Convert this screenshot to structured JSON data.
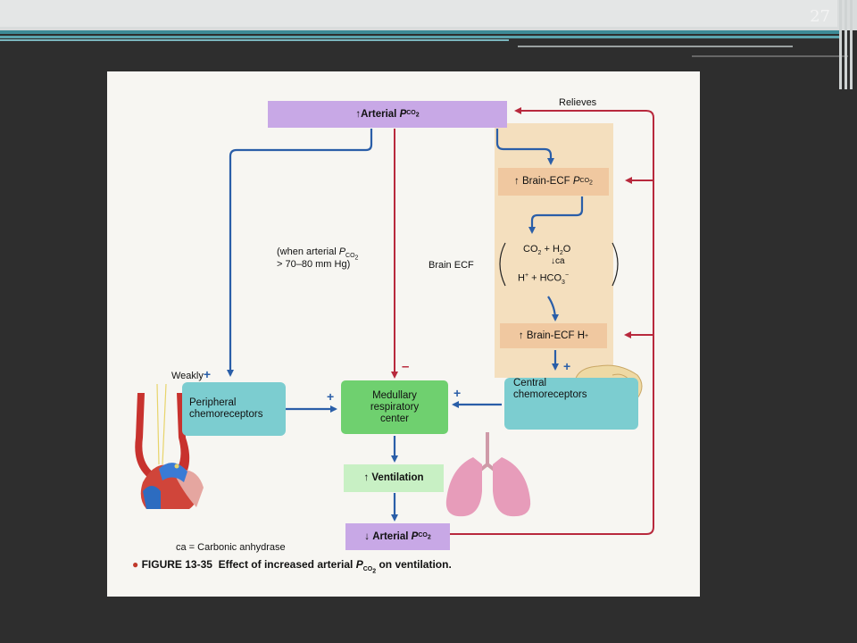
{
  "slide": {
    "page_number": "27"
  },
  "diagram": {
    "nodes": {
      "arterial_pco2_up": {
        "arrow": "↑",
        "label": "Arterial",
        "p": "P",
        "sub": "CO",
        "sub2": "2"
      },
      "brain_ecf_pco2": {
        "arrow": "↑",
        "label": "Brain-ECF",
        "p": "P",
        "sub": "CO",
        "sub2": "2"
      },
      "brain_ecf_h": {
        "arrow": "↑",
        "label": "Brain-ECF H",
        "sup": "+"
      },
      "peripheral": {
        "line1": "Peripheral",
        "line2": "chemoreceptors"
      },
      "medullary": {
        "line1": "Medullary",
        "line2": "respiratory",
        "line3": "center"
      },
      "central": {
        "line1": "Central",
        "line2": "chemoreceptors"
      },
      "ventilation": {
        "arrow": "↑",
        "label": "Ventilation"
      },
      "arterial_pco2_down": {
        "arrow": "↓",
        "label": "Arterial",
        "p": "P",
        "sub": "CO",
        "sub2": "2"
      }
    },
    "labels": {
      "relieves": "Relieves",
      "weakly": "Weakly",
      "when_line1": "(when arterial ",
      "when_p": "P",
      "when_sub": "CO",
      "when_sub2": "2",
      "when_line2": "> 70–80 mm Hg)",
      "brain_ecf": "Brain ECF",
      "reaction_co2": "CO",
      "reaction_co2_sub": "2",
      "reaction_plus1": " + H",
      "reaction_h2o_sub": "2",
      "reaction_o": "O",
      "reaction_ca": "↓ca",
      "reaction_h": "H",
      "reaction_h_sup": "+",
      "reaction_plus2": " + HCO",
      "reaction_hco3_sub": "3",
      "reaction_hco3_sup": "−",
      "plus": "+",
      "minus": "–",
      "ca_legend": "ca = Carbonic anhydrase",
      "figure_number": "FIGURE 13-35",
      "caption_pre": "Effect of increased arterial ",
      "caption_p": "P",
      "caption_sub": "CO",
      "caption_sub2": "2",
      "caption_post": " on ventilation."
    },
    "colors": {
      "stimulate_arrow": "#2a5ea8",
      "inhibit_arrow": "#b8293d",
      "feedback_arrow": "#b8293d"
    }
  }
}
